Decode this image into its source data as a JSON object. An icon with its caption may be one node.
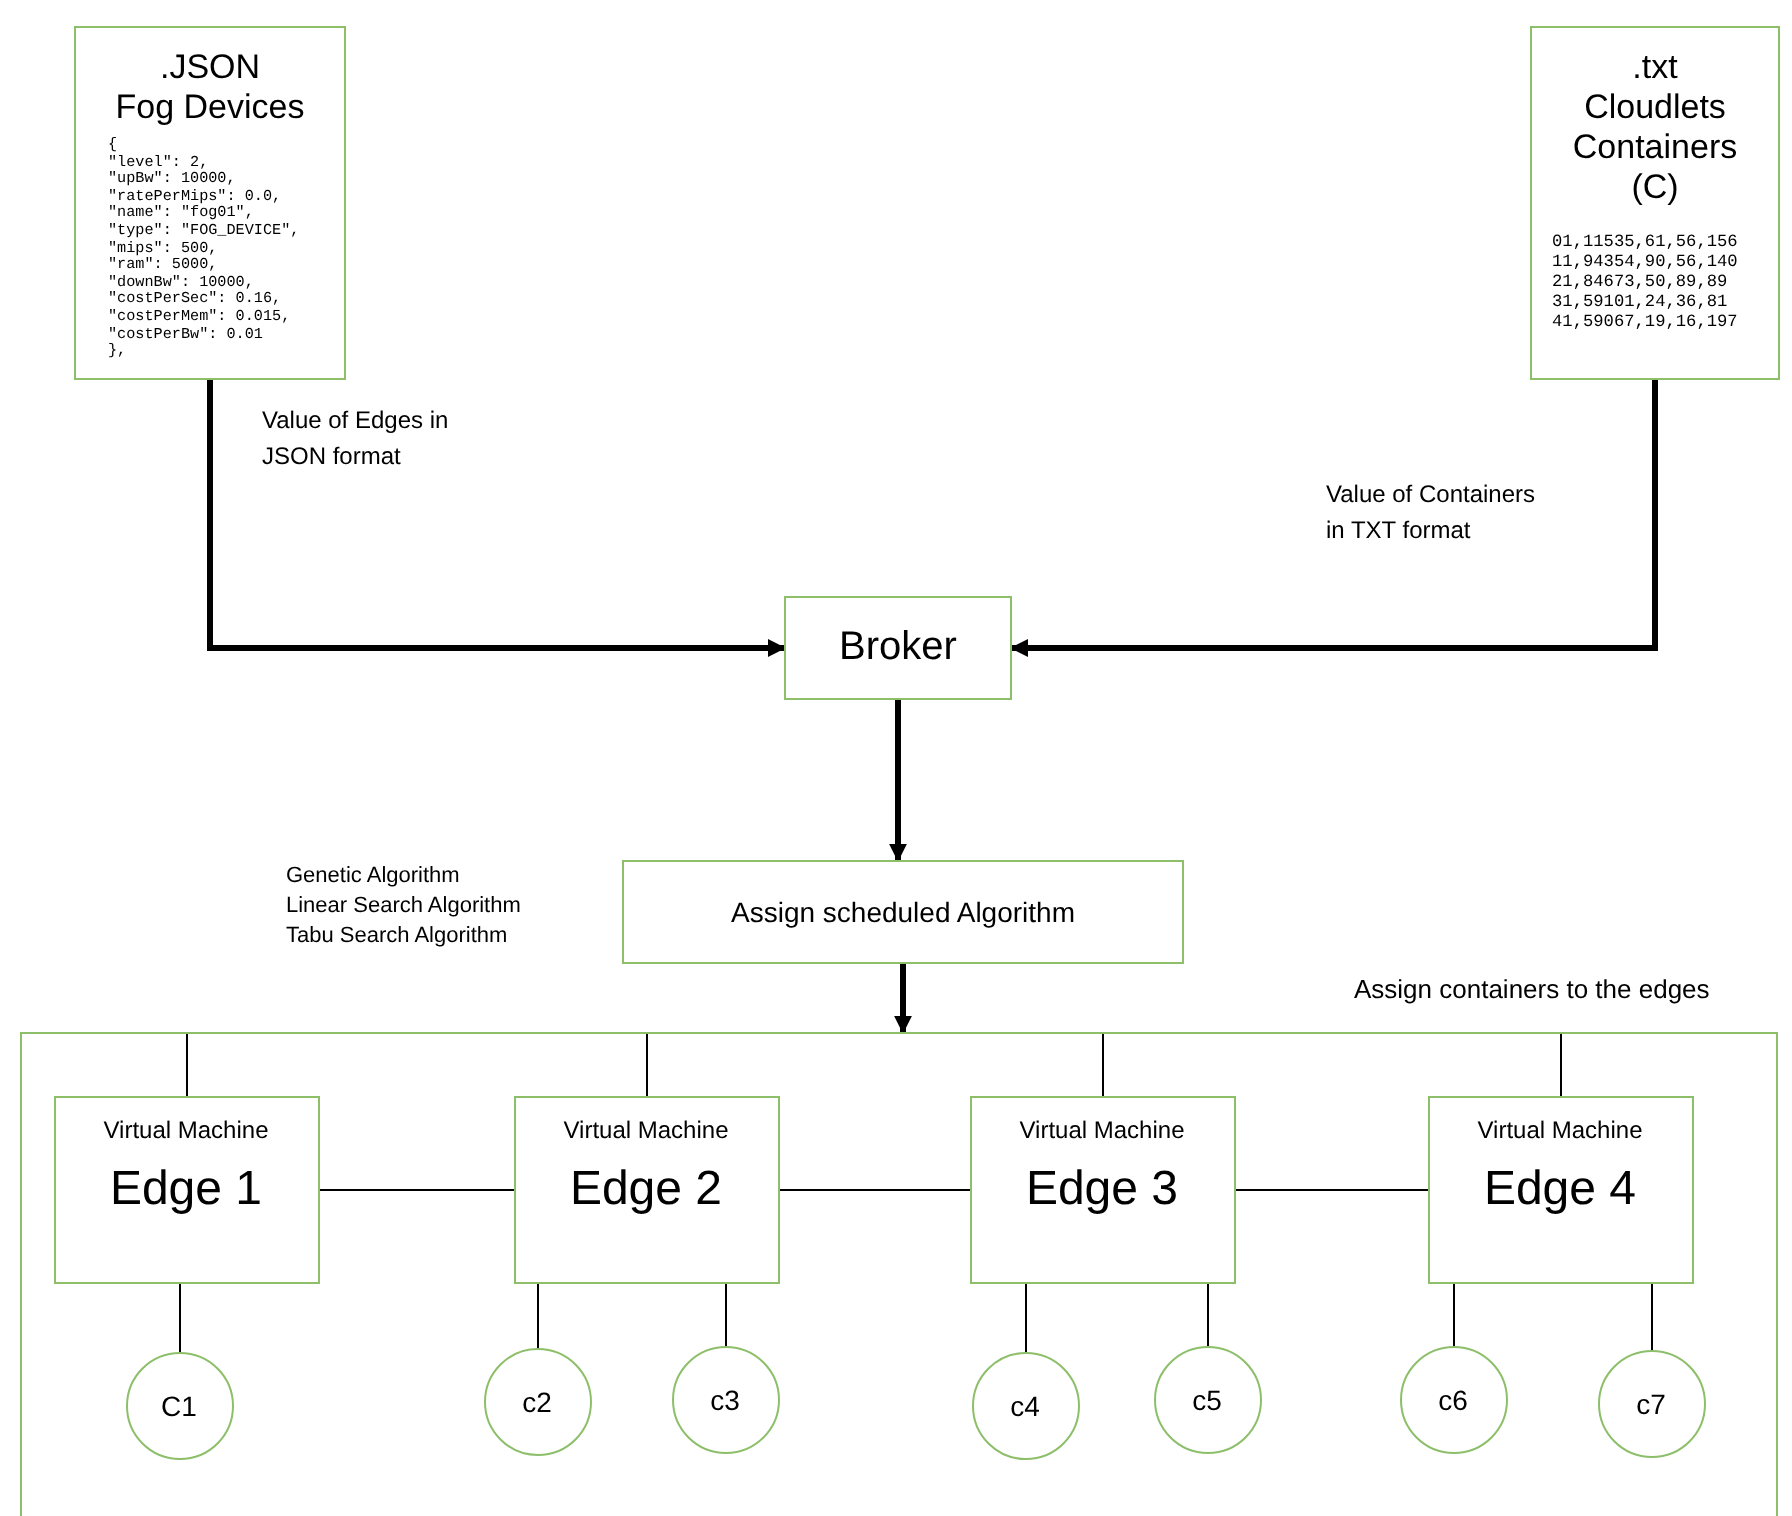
{
  "diagram": {
    "nodes": [
      {
        "text": [
          ".JSON",
          "Fog Devices",
          "{",
          "\"level\": 2,",
          "\"upBw\": 10000,",
          "\"ratePerMips\": 0.0,",
          "\"name\": \"fog01\",",
          "\"type\": \"FOG_DEVICE\",",
          "\"mips\": 500,",
          "\"ram\": 5000,",
          "\"downBw\": 10000,",
          "\"costPerSec\": 0.16,",
          "\"costPerMem\": 0.015,",
          "\"costPerBw\": 0.01",
          "},"
        ]
      },
      {
        "text": [
          ".txt",
          "Cloudlets",
          "Containers",
          "(C)",
          "01,11535,61,56,156",
          "11,94354,90,56,140",
          "21,84673,50,89,89",
          "31,59101,24,36,81",
          "41,59067,19,16,197"
        ]
      },
      {
        "text": [
          "Broker"
        ]
      },
      {
        "text": [
          "Assign scheduled Algorithm"
        ]
      },
      {
        "text": [],
        "shape": "box",
        "beside": [
          "Assign containers to the edges"
        ]
      },
      {
        "text": [
          "Virtual Machine",
          "Edge 1"
        ],
        "in": 4
      },
      {
        "text": [
          "Virtual Machine",
          "Edge 2"
        ],
        "in": 4
      },
      {
        "text": [
          "Virtual Machine",
          "Edge 3"
        ],
        "in": 4
      },
      {
        "text": [
          "Virtual Machine",
          "Edge 4"
        ],
        "in": 4
      },
      {
        "text": [
          "C1"
        ],
        "in": 4
      },
      {
        "text": [
          "c2"
        ],
        "in": 4
      },
      {
        "text": [
          "c3"
        ],
        "in": 4
      },
      {
        "text": [
          "c4"
        ],
        "in": 4
      },
      {
        "text": [
          "c5"
        ],
        "in": 4
      },
      {
        "text": [
          "c6"
        ],
        "in": 4
      },
      {
        "text": [
          "c7"
        ],
        "in": 4
      }
    ],
    "edges": [
      {
        "from": 0,
        "to": 2,
        "arrow": "to",
        "label": "Value of Edges in JSON format",
        "style": "thick"
      },
      {
        "from": 1,
        "to": 2,
        "arrow": "to",
        "label": "Value of Containers in TXT format",
        "style": "thick"
      },
      {
        "from": 2,
        "to": 3,
        "arrow": "to",
        "style": "thick"
      },
      {
        "from": 3,
        "to": 4,
        "arrow": "to",
        "style": "thick"
      },
      {
        "from": 4,
        "to": 5,
        "arrow": "none"
      },
      {
        "from": 4,
        "to": 6,
        "arrow": "none"
      },
      {
        "from": 4,
        "to": 7,
        "arrow": "none"
      },
      {
        "from": 4,
        "to": 8,
        "arrow": "none"
      },
      {
        "from": 5,
        "to": 6,
        "arrow": "none"
      },
      {
        "from": 6,
        "to": 7,
        "arrow": "none"
      },
      {
        "from": 7,
        "to": 8,
        "arrow": "none"
      },
      {
        "from": 5,
        "to": 9,
        "arrow": "none"
      },
      {
        "from": 6,
        "to": 10,
        "arrow": "none"
      },
      {
        "from": 6,
        "to": 11,
        "arrow": "none"
      },
      {
        "from": 7,
        "to": 12,
        "arrow": "none"
      },
      {
        "from": 7,
        "to": 13,
        "arrow": "none"
      },
      {
        "from": 8,
        "to": 14,
        "arrow": "none"
      },
      {
        "from": 8,
        "to": 15,
        "arrow": "none"
      }
    ],
    "labels": [
      "Genetic Algorithm",
      "Linear Search Algorithm",
      "Tabu Search Algorithm"
    ]
  }
}
